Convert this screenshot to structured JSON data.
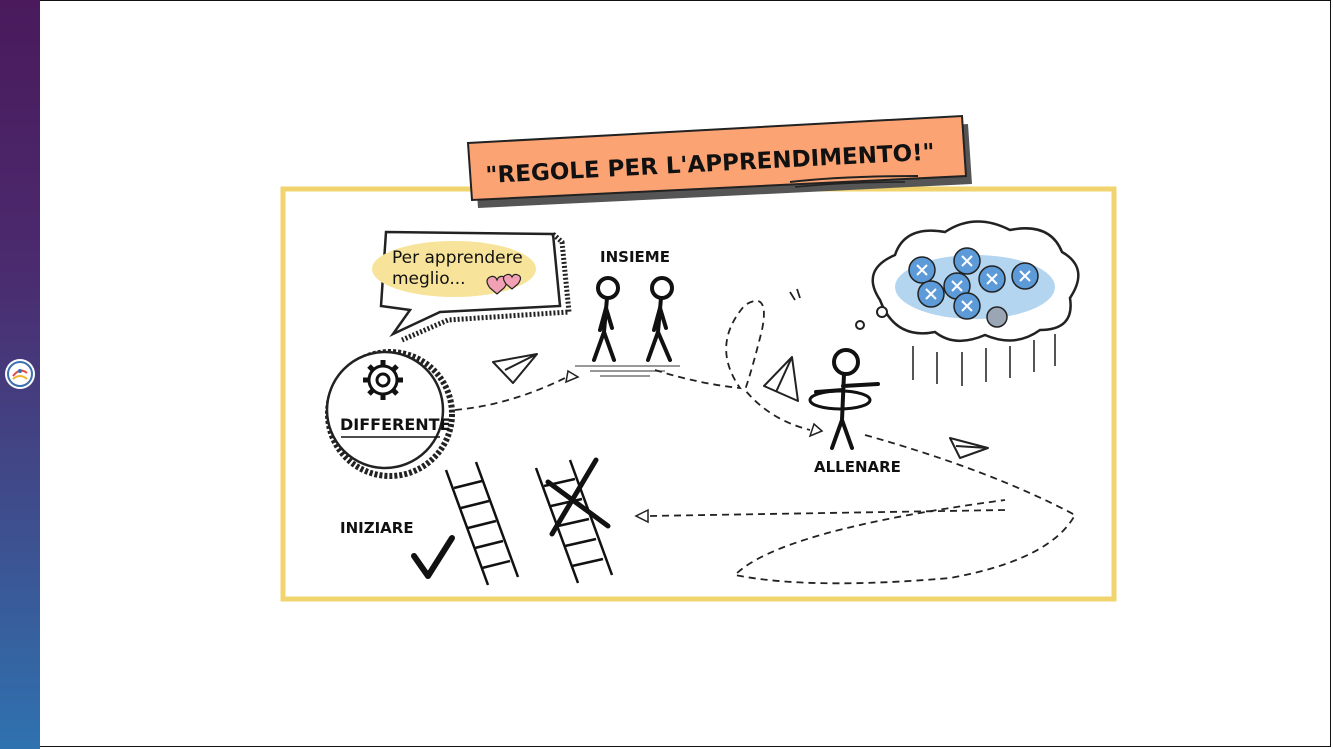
{
  "title": "\"REGOLE PER L'APPRENDIMENTO!\"",
  "speech_bubble": {
    "line1": "Per apprendere",
    "line2": "meglio..."
  },
  "labels": {
    "insieme": "INSIEME",
    "differente": "DIFFERENTE",
    "allenare": "ALLENARE",
    "iniziare": "INIZIARE"
  },
  "colors": {
    "frame_border": "#f2d46e",
    "title_banner": "#fba373",
    "bubble_highlight": "#f7e39a",
    "cloud_fill": "#b3d5ef",
    "x_icon": "#5c9bd8",
    "heart": "#f2a0b4",
    "sidebar_top": "#4a1a5c",
    "sidebar_bottom": "#2f72b0"
  },
  "icons": [
    "gear-icon",
    "heart-icon",
    "paper-plane-icon",
    "checkmark-icon",
    "ladder-icon",
    "thought-cloud-icon",
    "x-circle-icon",
    "bomb-icon"
  ]
}
